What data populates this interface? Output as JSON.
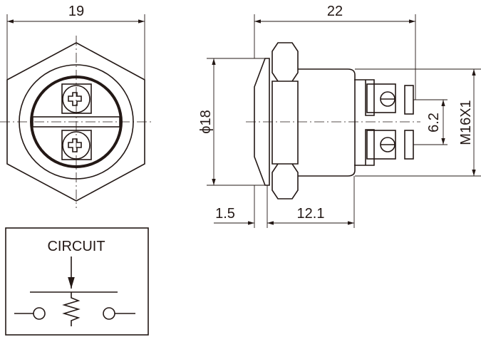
{
  "dimensions": {
    "front_width": "19",
    "overall_length": "22",
    "diameter": "ϕ18",
    "bezel_thickness": "1.5",
    "body_length": "12.1",
    "terminal_pitch": "6.2",
    "thread": "M16X1"
  },
  "circuit": {
    "title": "CIRCUIT"
  }
}
